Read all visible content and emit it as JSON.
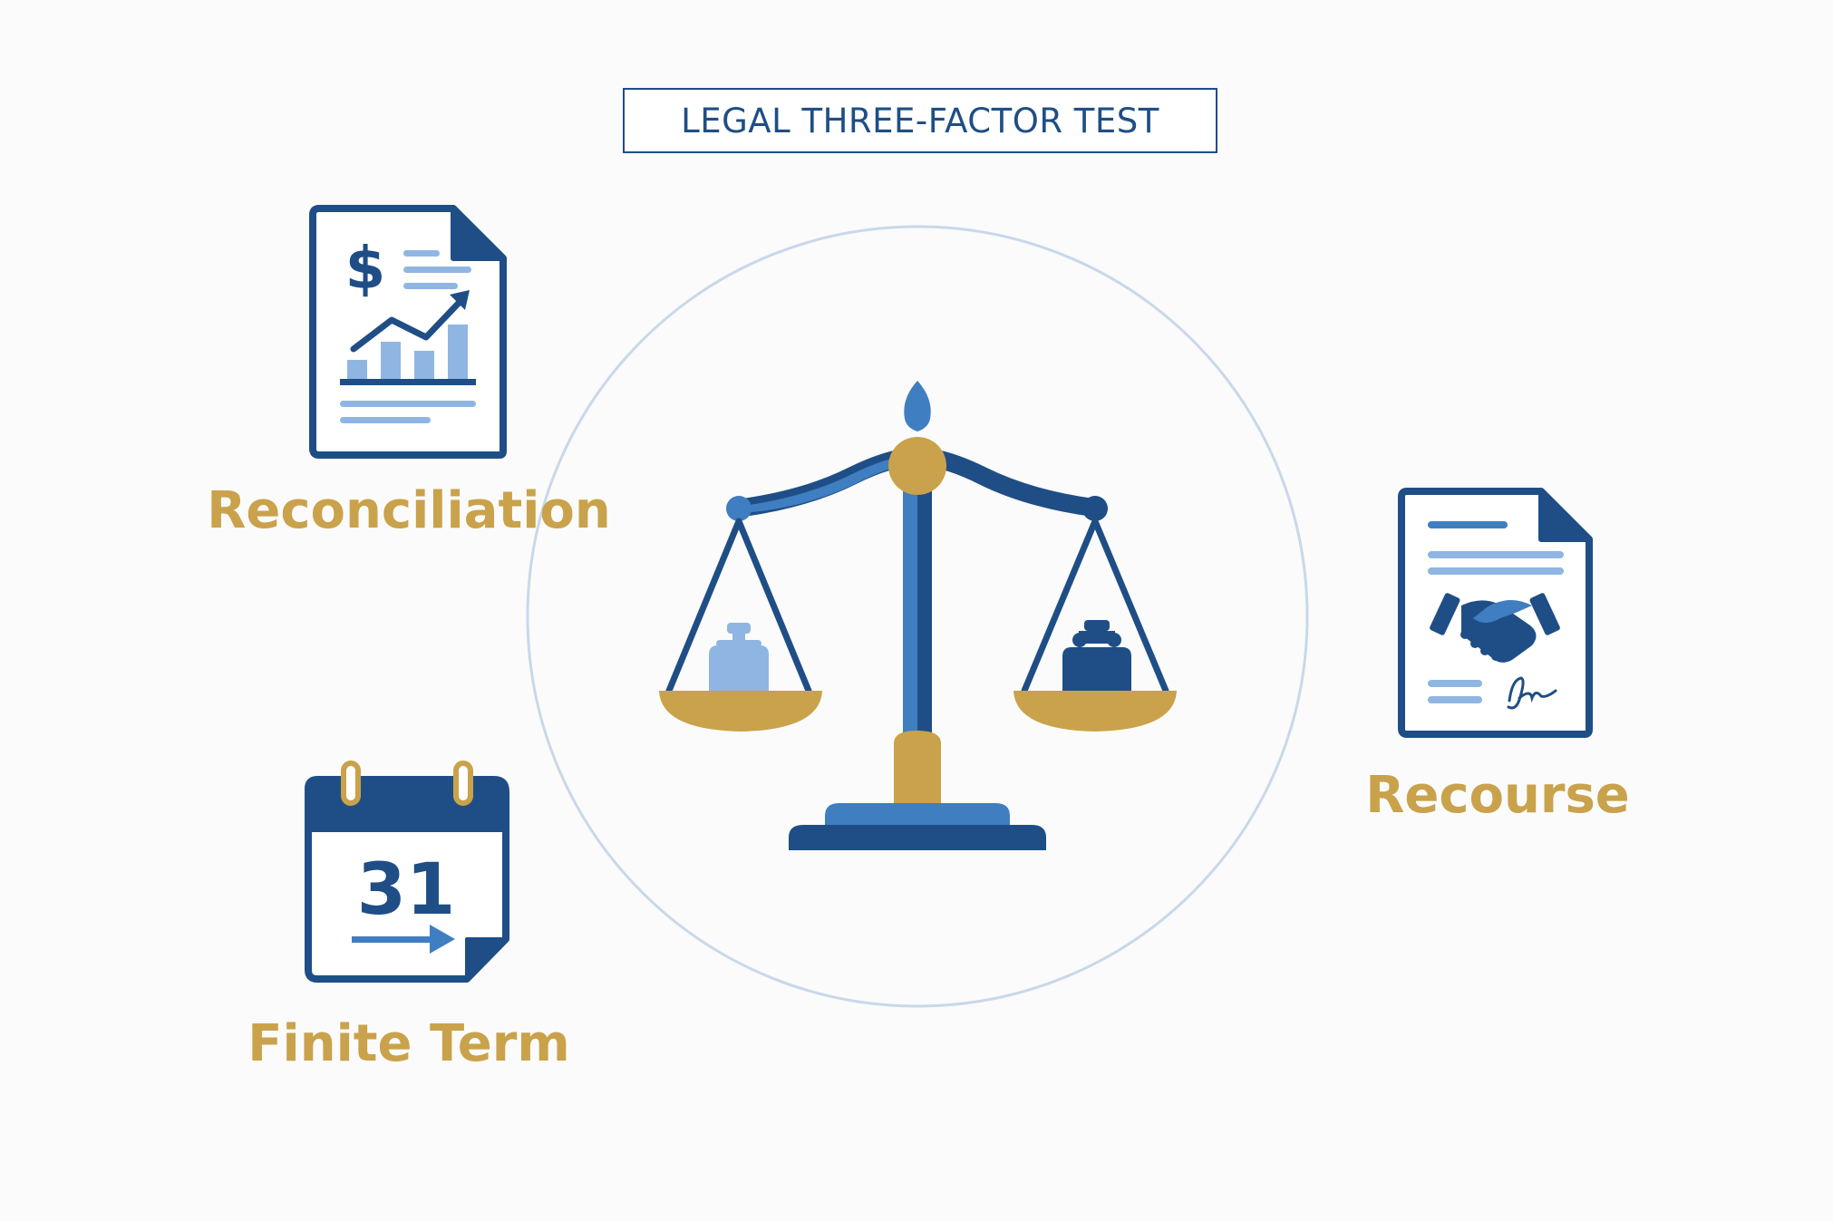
{
  "title": "LEGAL THREE-FACTOR TEST",
  "factors": {
    "reconciliation": "Reconciliation",
    "finite_term": "Finite Term",
    "recourse": "Recourse"
  },
  "calendar": {
    "day": "31"
  },
  "icons": {
    "reconciliation": "financial-report-document-icon",
    "finite_term": "calendar-icon",
    "recourse": "signed-agreement-handshake-icon",
    "center": "balance-scale-icon"
  },
  "colors": {
    "navy": "#1f4e86",
    "blue": "#3f7ec0",
    "light_blue": "#8fb6e2",
    "gold": "#c9a24b",
    "circle": "#c9d8ea",
    "background": "#fbfbfb"
  }
}
